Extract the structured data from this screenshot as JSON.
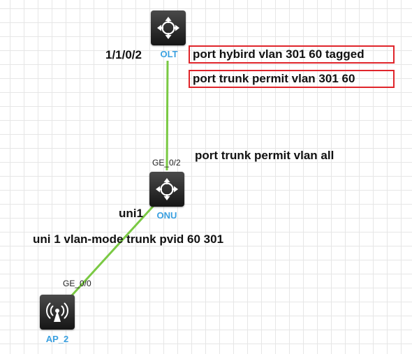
{
  "devices": {
    "olt": {
      "label": "OLT"
    },
    "onu": {
      "label": "ONU"
    },
    "ap": {
      "label": "AP_2"
    }
  },
  "ports": {
    "olt_port": "1/1/0/2",
    "onu_up": "GE_0/2",
    "onu_uni": "uni1",
    "ap_port": "GE_0/0"
  },
  "annotations": {
    "olt_hybrid": "port hybird vlan 301 60 tagged",
    "olt_trunk": "port trunk permit vlan 301 60",
    "onu_trunk": "port trunk permit vlan all",
    "uni_mode": "uni 1 vlan-mode trunk pvid 60 301"
  },
  "colors": {
    "link": "#7ac943",
    "label_blue": "#3aa0e0",
    "highlight_border": "#e0252b"
  },
  "icons": {
    "switch": "switch-arrows-icon",
    "ap": "wireless-ap-icon"
  }
}
